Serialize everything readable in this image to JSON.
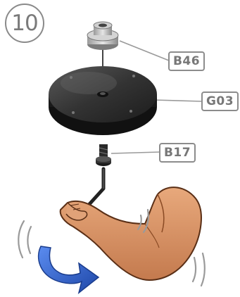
{
  "step": {
    "number": "10"
  },
  "parts": [
    {
      "code": "B46",
      "name": "nut-icon"
    },
    {
      "code": "G03",
      "name": "base-disc-icon"
    },
    {
      "code": "B17",
      "name": "screw-icon"
    }
  ],
  "colors": {
    "disc": "#2b2b2b",
    "label_border": "#8c8c8c",
    "label_text": "#777777",
    "arrow": "#2f5fc8",
    "skin": "#d9966a"
  }
}
